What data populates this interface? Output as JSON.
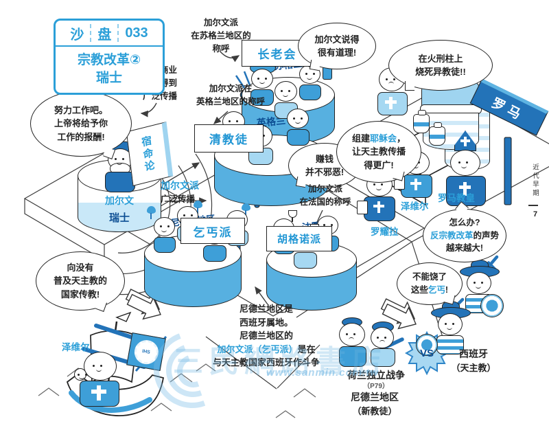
{
  "colors": {
    "accent": "#2b9fd8",
    "navy": "#2373b8",
    "band": "#57b0e0",
    "light": "#c9e8f8",
    "ink": "#222222"
  },
  "title_box": {
    "col1": "沙",
    "col2": "盘",
    "num": "033",
    "line1": "宗教改革②",
    "line2": "瑞士"
  },
  "margin": {
    "side_text": "近代早期",
    "page": "7"
  },
  "book": {
    "title": "宿命论"
  },
  "bubbles": {
    "work": {
      "l1": "努力工作吧。",
      "l2": "上帝将给予你",
      "l3": "工作的报酬!"
    },
    "sense": {
      "l1": "加尔文说得",
      "l2": "很有道理!"
    },
    "money": {
      "l1": "赚钱",
      "l2": "并不邪恶!"
    },
    "burn": {
      "l1": "在火刑柱上",
      "l2": "烧死异教徒!!"
    },
    "jesuit": {
      "pre": "组建",
      "hl": "耶稣会",
      "post": "，",
      "l2": "让天主教传播",
      "l3": "得更广!"
    },
    "counter": {
      "l1": "怎么办?",
      "hl": "反宗教改革",
      "post": "的声势",
      "l3": "越来越大!"
    },
    "beggar": {
      "l1": "不能饶了",
      "pre": "这些",
      "hl": "乞丐",
      "post": "!"
    },
    "mission": {
      "l1": "向没有",
      "l2": "普及天主教的",
      "l3": "国家传教!"
    }
  },
  "notes": {
    "industry": {
      "l1": "在工商业",
      "l2": "地区得到",
      "l3": "广泛传播"
    },
    "scot": {
      "l1": "加尔文派",
      "l2": "在苏格兰地区的",
      "l3": "称呼"
    },
    "eng": {
      "l1": "加尔文派在",
      "l2": "英格兰地区的称呼"
    },
    "fra": {
      "l1": "加尔文派",
      "l2": "在法国的称呼"
    },
    "spread": {
      "hl": "加尔文派",
      "rest": "广泛传播"
    },
    "nl": {
      "l1": "尼德兰地区是",
      "l2": "西班牙属地。",
      "l3": "尼德兰地区的",
      "hl": "加尔文派（乞丐派）",
      "post": "是在",
      "l5": "与天主教国家西班牙作斗争"
    }
  },
  "flags": {
    "presbyterian": "长老会",
    "puritan": "清教徒",
    "beggars": "乞丐派",
    "huguenot": "胡格诺派"
  },
  "labels": {
    "calvin": "加尔文",
    "switzerland": "瑞士",
    "scotland": "苏格兰",
    "england": "英格兰",
    "netherlands": "尼德兰地区",
    "france": "法国",
    "rome": "罗马",
    "pope": "罗马教皇",
    "xavier": "泽维尔",
    "loyola": "罗耀拉",
    "xavier_ship": "泽维尔",
    "ihs": "IHS"
  },
  "war": {
    "vs": "VS",
    "spain1": "西班牙",
    "spain2": "（天主教）",
    "title": "荷兰独立战争",
    "ref": "（P79）",
    "nl1": "尼德兰地区",
    "nl2": "（新教徒）"
  },
  "watermark": {
    "name": "三民網路書店",
    "url": "www.sanmin.com.tw"
  }
}
